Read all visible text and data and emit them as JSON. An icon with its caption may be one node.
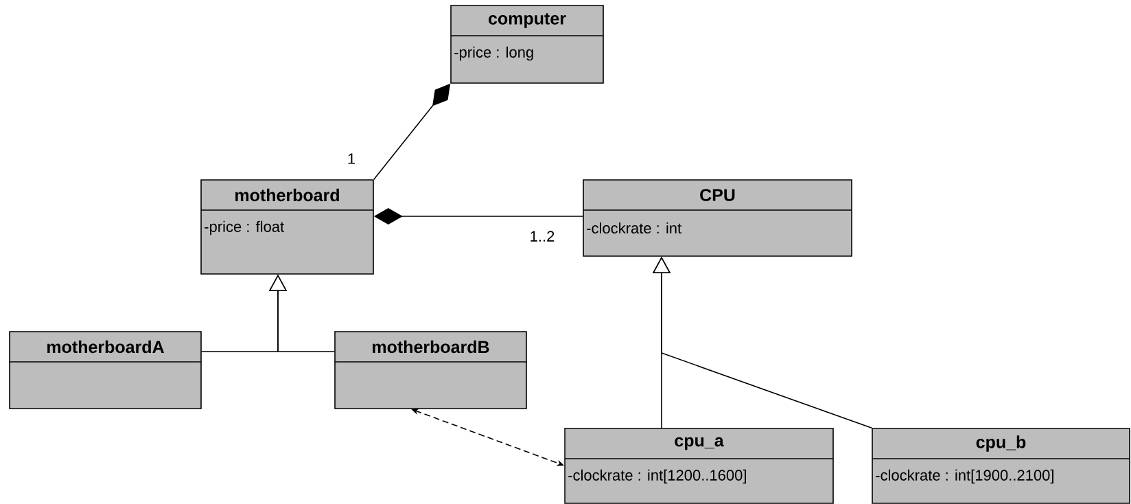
{
  "diagram": {
    "nodes": [
      {
        "text": [
          "computer",
          "-price : long"
        ]
      },
      {
        "text": [
          "motherboard",
          "-price : float"
        ]
      },
      {
        "text": [
          "CPU",
          "-clockrate : int"
        ]
      },
      {
        "text": [
          "motherboardA"
        ]
      },
      {
        "text": [
          "motherboardB"
        ]
      },
      {
        "text": [
          "cpu_a",
          "-clockrate : int[1200..1600]"
        ]
      },
      {
        "text": [
          "cpu_b",
          "-clockrate : int[1900..2100]"
        ]
      }
    ],
    "edges": [
      {
        "from": 1,
        "to": 0,
        "arrow": "other",
        "label": "1"
      },
      {
        "from": 2,
        "to": 1,
        "arrow": "other",
        "label": "1..2"
      },
      {
        "from": 3,
        "to": 1,
        "arrow": "to"
      },
      {
        "from": 4,
        "to": 1,
        "arrow": "to"
      },
      {
        "from": 5,
        "to": 2,
        "arrow": "to"
      },
      {
        "from": 6,
        "to": 2,
        "arrow": "to"
      },
      {
        "from": 4,
        "to": 5,
        "arrow": "both",
        "style": "dashed"
      }
    ]
  }
}
